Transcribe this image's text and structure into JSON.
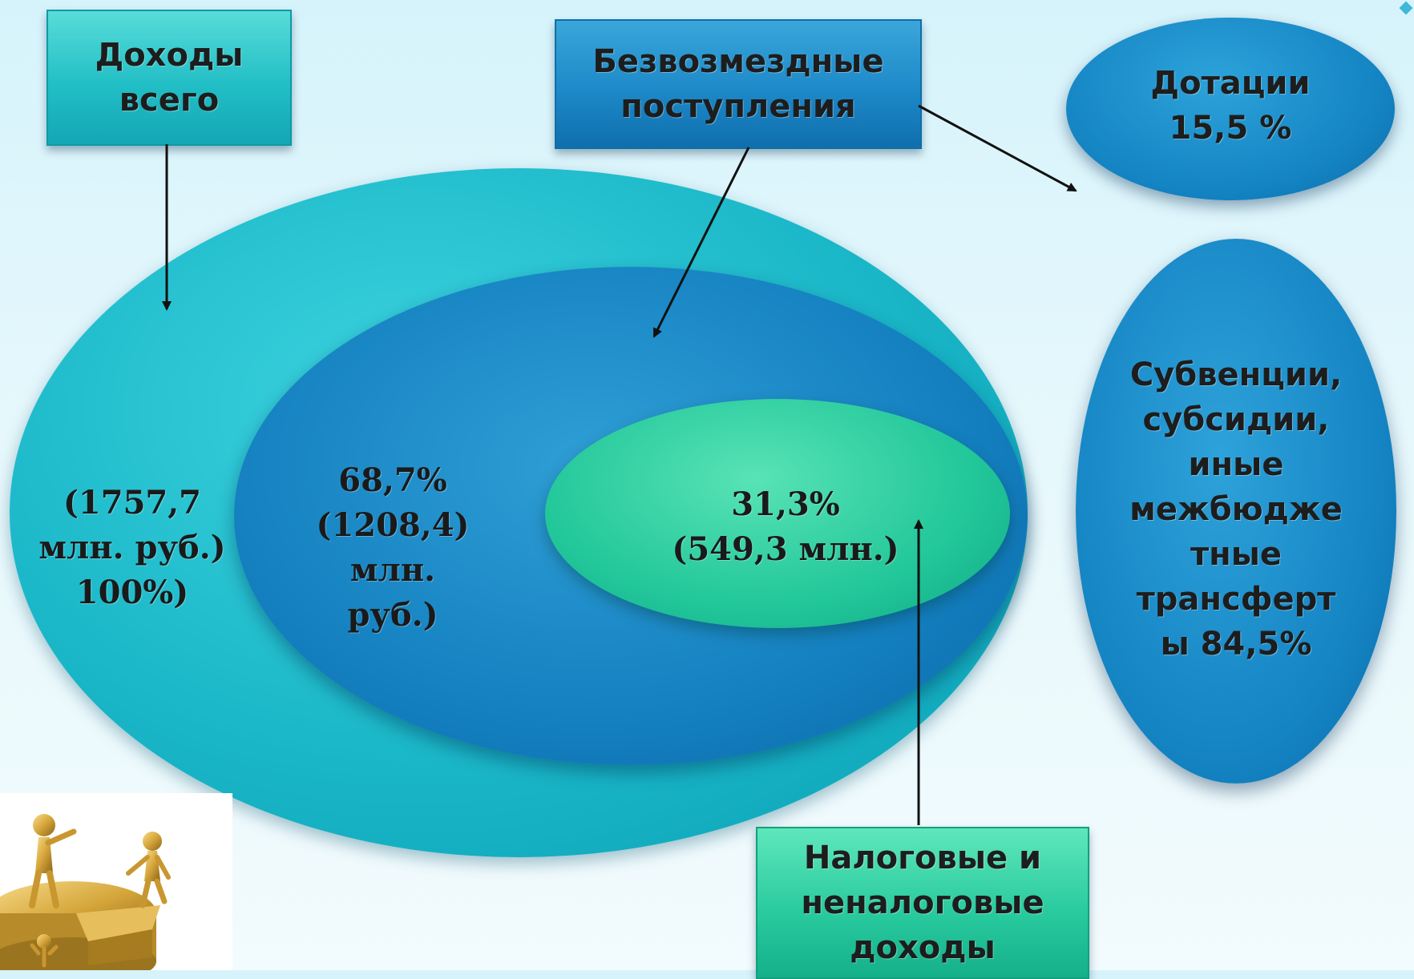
{
  "boxes": {
    "total": {
      "line1": "Доходы",
      "line2": "всего"
    },
    "grants": {
      "line1": "Безвозмездные",
      "line2": "поступления"
    },
    "tax": {
      "line1": "Налоговые и",
      "line2": "неналоговые",
      "line3": "доходы"
    }
  },
  "ellipses": {
    "total": {
      "line1": "(1757,7",
      "line2": "млн. руб.)",
      "line3": "100%)"
    },
    "grants": {
      "line1": "68,7%",
      "line2": "(1208,4)",
      "line3": "млн.",
      "line4": "руб.)"
    },
    "tax": {
      "line1": "31,3%",
      "line2": "(549,3 млн.)"
    }
  },
  "breakdown": {
    "dotations": {
      "line1": "Дотации",
      "line2": "15,5 %"
    },
    "subventions": {
      "line1": "Субвенции,",
      "line2": "субсидии,",
      "line3": "иные",
      "line4": "межбюдже",
      "line5": "тные",
      "line6": "трансферт",
      "line7": "ы  84,5%"
    }
  },
  "colors": {
    "outer": "#1ab7c8",
    "middle": "#1480c0",
    "inner": "#22c79a",
    "arrow": "#111111"
  }
}
